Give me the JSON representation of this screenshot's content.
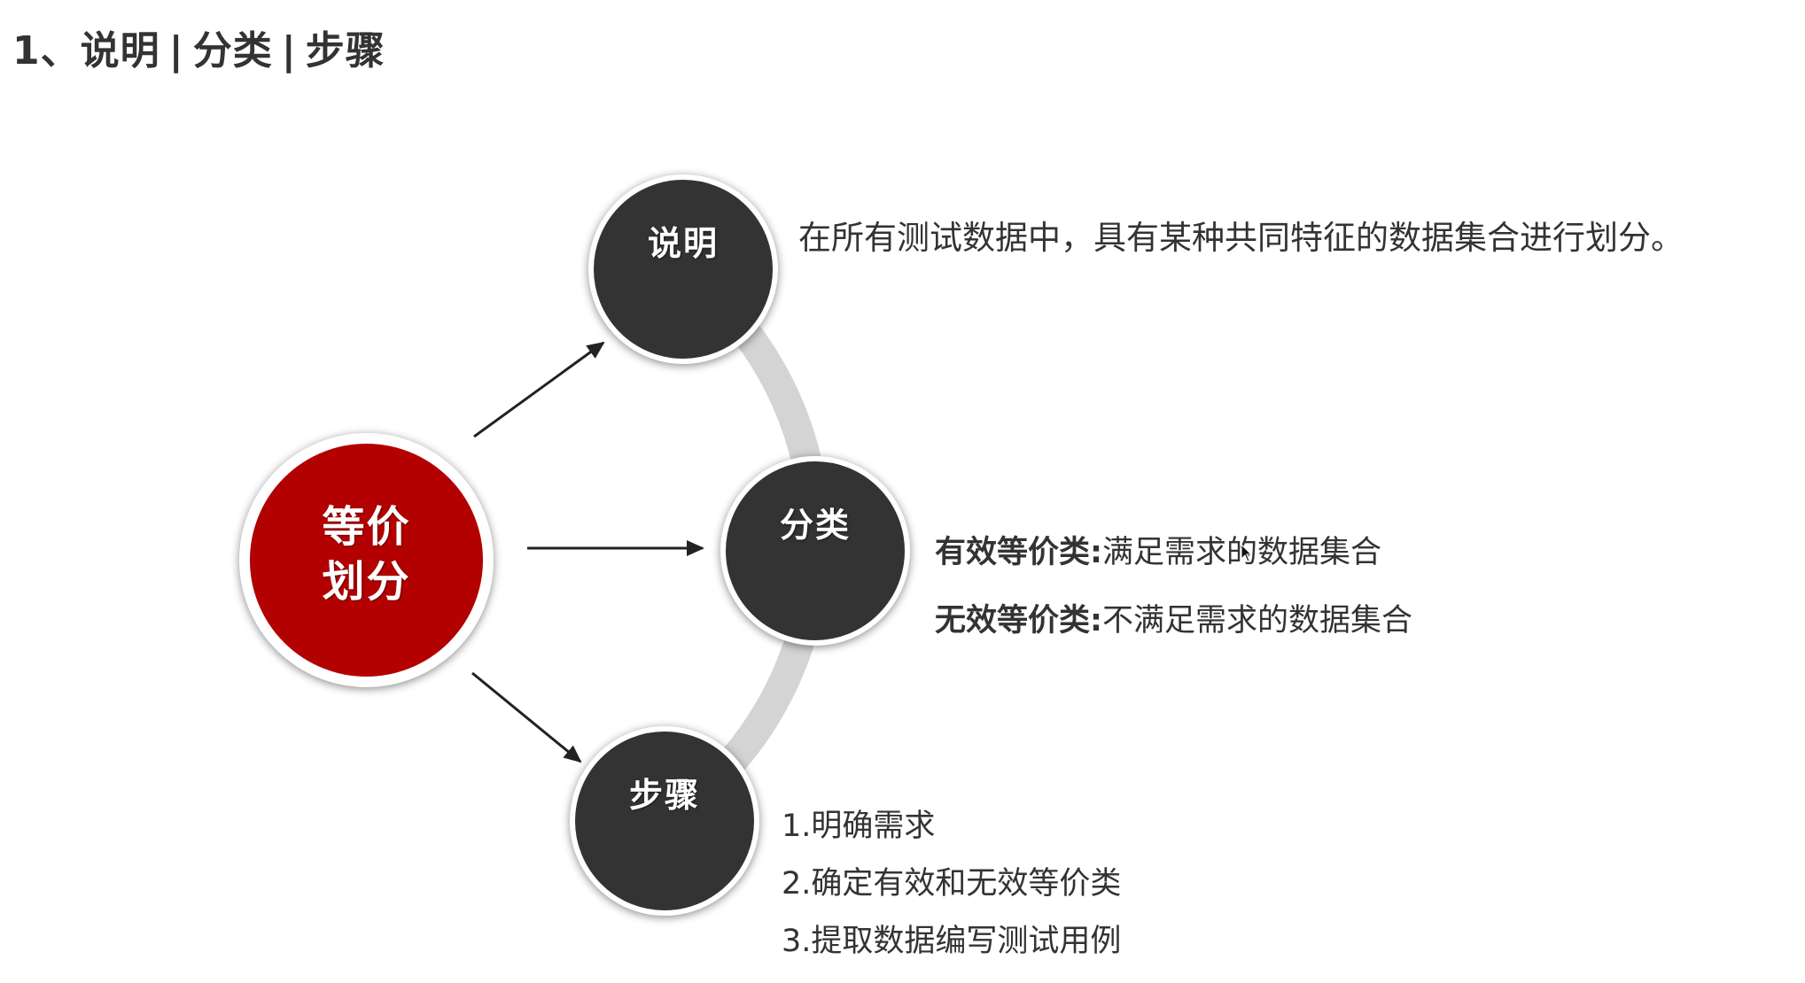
{
  "title": {
    "number": "1、",
    "parts": [
      "说明",
      "分类",
      "步骤"
    ],
    "separator": "|"
  },
  "diagram": {
    "center_node": {
      "label": "等价划分",
      "line1": "等价",
      "line2": "划分",
      "color": "#b30000"
    },
    "nodes": [
      {
        "id": "description",
        "label": "说明",
        "color": "#333333"
      },
      {
        "id": "classification",
        "label": "分类",
        "color": "#333333"
      },
      {
        "id": "steps",
        "label": "步骤",
        "color": "#333333"
      }
    ],
    "connector_arc_color": "#d4d4d4",
    "arrow_color": "#222222"
  },
  "description": {
    "text": "在所有测试数据中，具有某种共同特征的数据集合进行划分。"
  },
  "classification": {
    "items": [
      {
        "term": "有效等价类",
        "colon": ":",
        "definition": "满足需求的数据集合"
      },
      {
        "term": "无效等价类",
        "colon": ":",
        "definition": "不满足需求的数据集合"
      }
    ]
  },
  "steps": {
    "items": [
      "1.明确需求",
      "2.确定有效和无效等价类",
      "3.提取数据编写测试用例"
    ]
  }
}
